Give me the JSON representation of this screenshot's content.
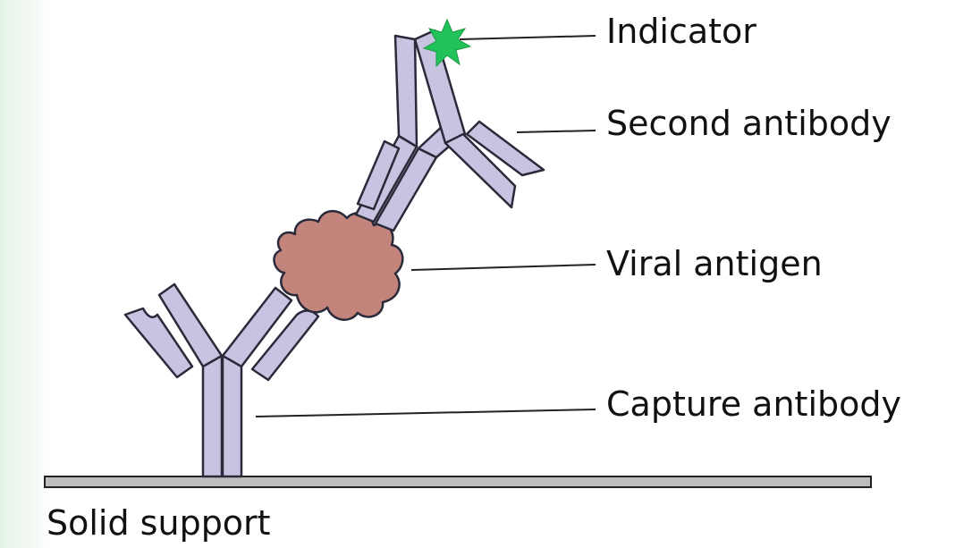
{
  "labels": {
    "indicator": "Indicator",
    "second_antibody": "Second antibody",
    "viral_antigen": "Viral antigen",
    "capture_antibody": "Capture antibody",
    "solid_support": "Solid support"
  },
  "colors": {
    "antibody_fill": "#c7c3e0",
    "antibody_stroke": "#2a2a3a",
    "antigen_fill": "#c3847c",
    "indicator_fill": "#22c25a",
    "support_fill": "#bdbdbd",
    "leader_line": "#222222"
  },
  "icons": {
    "indicator": "star-burst-icon"
  }
}
